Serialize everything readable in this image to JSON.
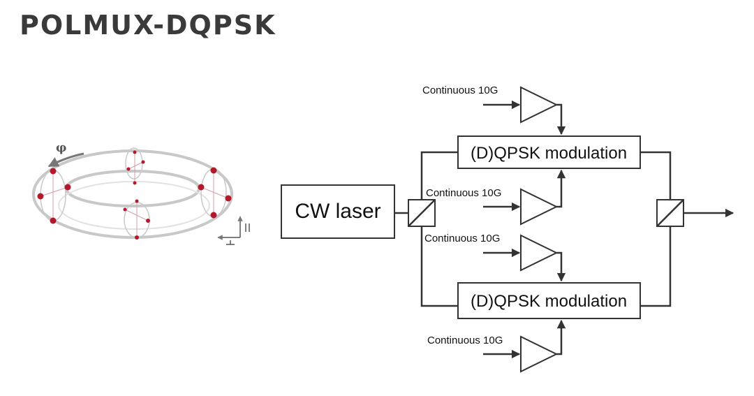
{
  "title": "POLMUX-DQPSK",
  "diagram": {
    "source_label": "CW laser",
    "modulator_label": "(D)QPSK modulation",
    "driver_label": "Continuous 10G",
    "phase_symbol": "φ",
    "accent_color": "#b3192b",
    "line_color": "#333333"
  }
}
